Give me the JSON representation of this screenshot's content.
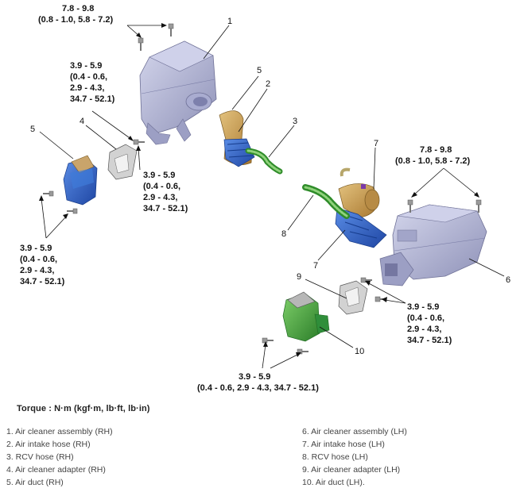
{
  "torque_labels": {
    "top_left": [
      "7.8 - 9.8",
      "(0.8 - 1.0, 5.8 - 7.2)"
    ],
    "upper_mid_left": [
      "3.9 - 5.9",
      "(0.4 - 0.6,",
      "2.9 - 4.3,",
      "34.7 - 52.1)"
    ],
    "center_left": [
      "3.9 - 5.9",
      "(0.4 - 0.6,",
      "2.9 - 4.3,",
      "34.7 - 52.1)"
    ],
    "lower_left": [
      "3.9 - 5.9",
      "(0.4 - 0.6,",
      "2.9 - 4.3,",
      "34.7 - 52.1)"
    ],
    "upper_right": [
      "7.8 - 9.8",
      "(0.8 - 1.0, 5.8 - 7.2)"
    ],
    "lower_right": [
      "3.9 - 5.9",
      "(0.4 - 0.6,",
      "2.9 - 4.3,",
      "34.7 - 52.1)"
    ],
    "bottom_center": [
      "3.9 - 5.9",
      "(0.4 - 0.6, 2.9 - 4.3, 34.7 - 52.1)"
    ]
  },
  "callouts": {
    "c1": "1",
    "c2": "2",
    "c3": "3",
    "c4": "4",
    "c5": "5",
    "c5b": "5",
    "c6": "6",
    "c7": "7",
    "c7b": "7",
    "c8": "8",
    "c9": "9",
    "c10": "10"
  },
  "torque_heading": "Torque : N·m (kgf·m, lb·ft, lb·in)",
  "legend_left": [
    "1. Air cleaner assembly (RH)",
    "2. Air intake hose (RH)",
    "3. RCV hose (RH)",
    "4. Air cleaner adapter (RH)",
    "5. Air duct (RH)"
  ],
  "legend_right": [
    "6. Air cleaner assembly (LH)",
    "7. Air intake hose (LH)",
    "8. RCV hose (LH)",
    "9. Air cleaner adapter (LH)",
    "10. Air duct (LH)."
  ],
  "colors": {
    "housing": "#b9bcd8",
    "housing_dark": "#8a8db5",
    "hose_blue": "#2f63c9",
    "hose_gold": "#c99a4e",
    "hose_green": "#49a43c",
    "duct_green": "#3aa046",
    "bracket_gray": "#c8c8c8"
  }
}
